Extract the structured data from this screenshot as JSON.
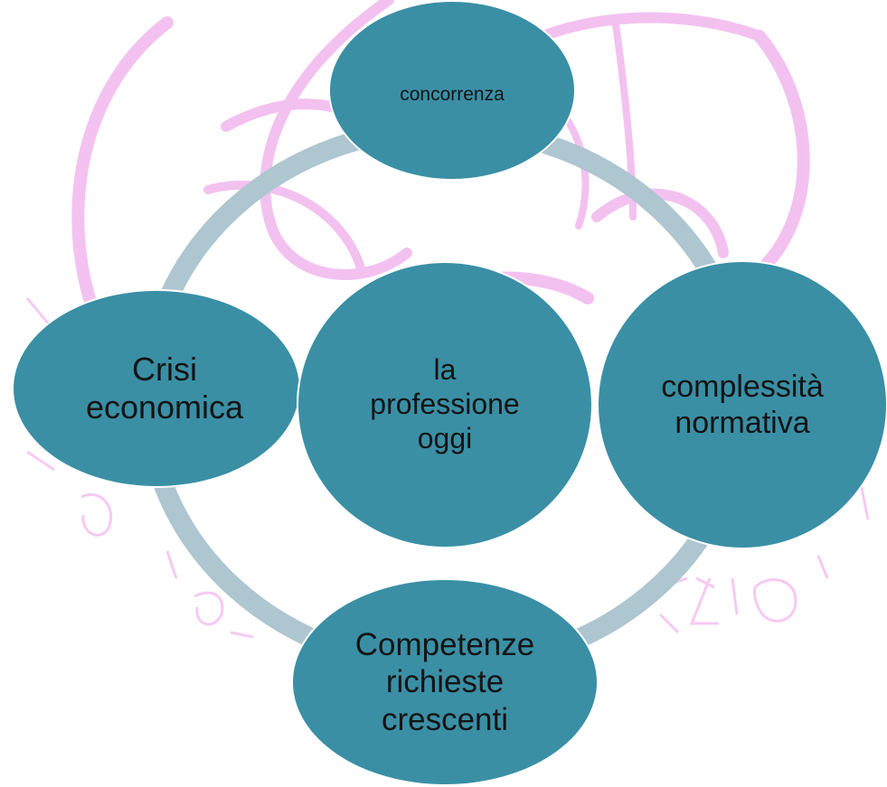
{
  "diagram": {
    "center": "la professione oggi",
    "nodes": {
      "top": "concorrenza",
      "right": "complessità normativa",
      "bottom": "Competenze richieste crescenti",
      "left": "Crisi economica"
    }
  },
  "watermark": {
    "text_visible": "...DO · BU...ZIO · ...",
    "color": "#e9a0e4"
  },
  "colors": {
    "node_fill": "#3a8fa5",
    "ring": "#aec6d0",
    "text": "#141414"
  }
}
